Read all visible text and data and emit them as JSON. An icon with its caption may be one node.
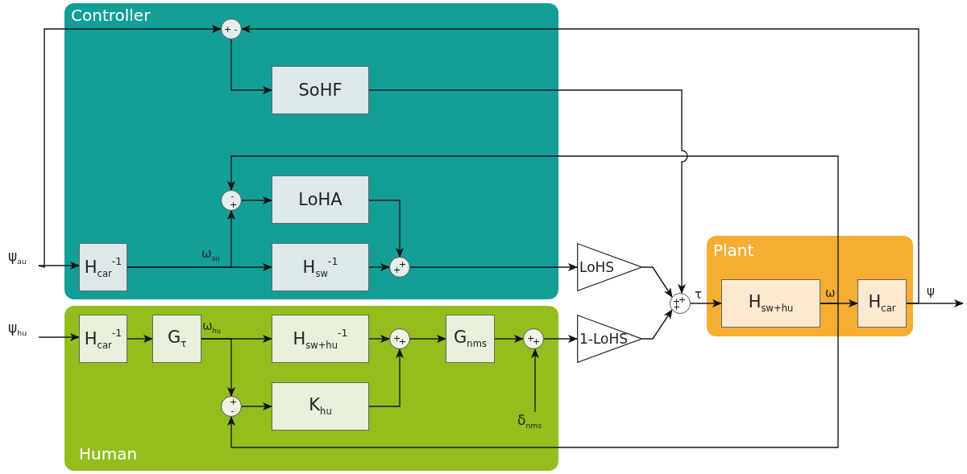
{
  "diagram": {
    "nodes": [
      {
        "text": [
          "Controller"
        ]
      },
      {
        "text": [
          "Human"
        ]
      },
      {
        "text": [
          "Plant"
        ]
      },
      {
        "text": [
          "+",
          "-"
        ],
        "in": 0
      },
      {
        "text": [
          "SoHF"
        ],
        "in": 0
      },
      {
        "text": [
          "-",
          "+"
        ],
        "in": 0
      },
      {
        "text": [
          "LoHA"
        ],
        "in": 0
      },
      {
        "text": [
          "H$_{car}$$^{-1}$"
        ],
        "in": 0
      },
      {
        "text": [
          "H$_{sw}$$^{-1}$"
        ],
        "in": 0
      },
      {
        "text": [
          "+",
          "+"
        ],
        "in": 0
      },
      {
        "text": [
          "H$_{car}$$^{-1}$"
        ],
        "in": 1
      },
      {
        "text": [
          "G$_{τ}$"
        ],
        "in": 1
      },
      {
        "text": [
          "H$_{sw+hu}$$^{-1}$"
        ],
        "in": 1
      },
      {
        "text": [
          "+",
          "+"
        ],
        "in": 1
      },
      {
        "text": [
          "G$_{nms}$"
        ],
        "in": 1
      },
      {
        "text": [
          "+",
          "+"
        ],
        "in": 1
      },
      {
        "text": [
          "+",
          "-"
        ],
        "in": 1
      },
      {
        "text": [
          "K$_{hu}$"
        ],
        "in": 1
      },
      {
        "text": [
          "LoHS"
        ]
      },
      {
        "text": [
          "1-LoHS"
        ]
      },
      {
        "text": [
          "+",
          "+",
          "+"
        ]
      },
      {
        "text": [
          "H$_{sw+hu}$"
        ],
        "in": 2
      },
      {
        "text": [
          "H$_{car}$"
        ],
        "in": 2
      },
      {
        "text": [
          "ψ$_{au}$"
        ]
      },
      {
        "text": [
          "ψ$_{hu}$"
        ]
      },
      {
        "text": [
          "δ$_{nms}$"
        ],
        "in": 1
      }
    ],
    "edges": [
      {
        "from": 23,
        "to": 7,
        "arrow": "to"
      },
      {
        "from": 23,
        "to": 3,
        "arrow": "to"
      },
      {
        "from": 22,
        "to": 3,
        "arrow": "to"
      },
      {
        "from": 3,
        "to": 4,
        "arrow": "to"
      },
      {
        "from": 4,
        "to": 20,
        "arrow": "to"
      },
      {
        "from": 5,
        "to": 6,
        "arrow": "to"
      },
      {
        "from": 7,
        "to": 8,
        "arrow": "to"
      },
      {
        "from": 7,
        "to": 5,
        "arrow": "to"
      },
      {
        "from": 6,
        "to": 9,
        "arrow": "to"
      },
      {
        "from": 8,
        "to": 9,
        "arrow": "to"
      },
      {
        "from": 9,
        "to": 18,
        "arrow": "to"
      },
      {
        "from": 24,
        "to": 10,
        "arrow": "to"
      },
      {
        "from": 10,
        "to": 11,
        "arrow": "to"
      },
      {
        "from": 11,
        "to": 12,
        "arrow": "to"
      },
      {
        "from": 11,
        "to": 16,
        "arrow": "to"
      },
      {
        "from": 12,
        "to": 13,
        "arrow": "to"
      },
      {
        "from": 16,
        "to": 17,
        "arrow": "to"
      },
      {
        "from": 17,
        "to": 13,
        "arrow": "to"
      },
      {
        "from": 13,
        "to": 14,
        "arrow": "to"
      },
      {
        "from": 14,
        "to": 15,
        "arrow": "to"
      },
      {
        "from": 25,
        "to": 15,
        "arrow": "to"
      },
      {
        "from": 15,
        "to": 19,
        "arrow": "to"
      },
      {
        "from": 18,
        "to": 20,
        "arrow": "to"
      },
      {
        "from": 19,
        "to": 20,
        "arrow": "to"
      },
      {
        "from": 20,
        "to": 21,
        "arrow": "to"
      },
      {
        "from": 21,
        "to": 22,
        "arrow": "to"
      },
      {
        "from": 21,
        "to": 5,
        "arrow": "to"
      },
      {
        "from": 21,
        "to": 16,
        "arrow": "to"
      },
      {
        "from": 22,
        "to": null,
        "arrow": "to"
      }
    ],
    "labels": [
      "ω$_{au}$",
      "ω$_{hu}$",
      "τ",
      "ω",
      "ψ"
    ]
  }
}
